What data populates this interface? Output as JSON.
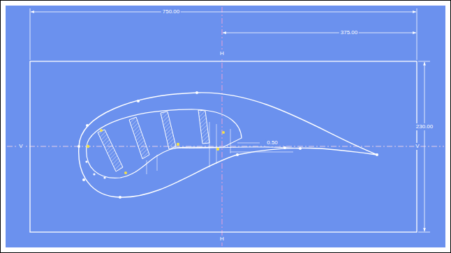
{
  "diagram": {
    "labels": [
      "750.00",
      "H",
      "375.00",
      "230.00",
      "V",
      "0.50",
      "V",
      "H"
    ]
  }
}
